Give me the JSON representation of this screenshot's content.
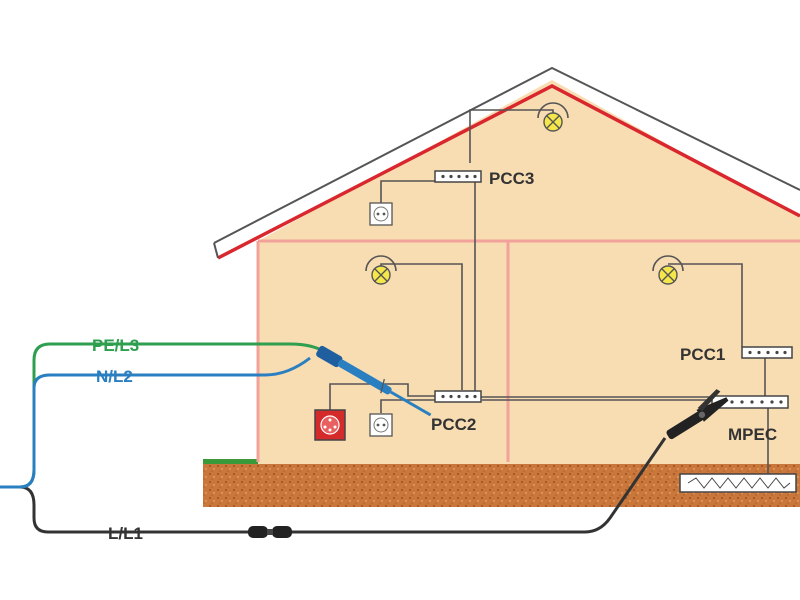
{
  "labels": {
    "pe_l3": "PE/L3",
    "n_l2": "N/L2",
    "l_l1": "L/L1",
    "pcc1": "PCC1",
    "pcc2": "PCC2",
    "pcc3": "PCC3",
    "mpec": "MPEC"
  },
  "icons": [
    "ceiling-lamp-icon",
    "wall-socket-icon",
    "three-phase-socket-icon",
    "junction-box-icon",
    "grounding-electrode-icon",
    "test-probe-icon",
    "crocodile-clip-icon"
  ],
  "colors": {
    "wall": "#f8dcb2",
    "wall_lines": "#f2a29a",
    "roof_red": "#d9272e",
    "roof_edge": "#555555",
    "soil": "#c9773a",
    "grass": "#3a9a3a",
    "lead_pe": "#2e9e4f",
    "lead_n": "#2a7fc0",
    "lead_l": "#333333"
  }
}
